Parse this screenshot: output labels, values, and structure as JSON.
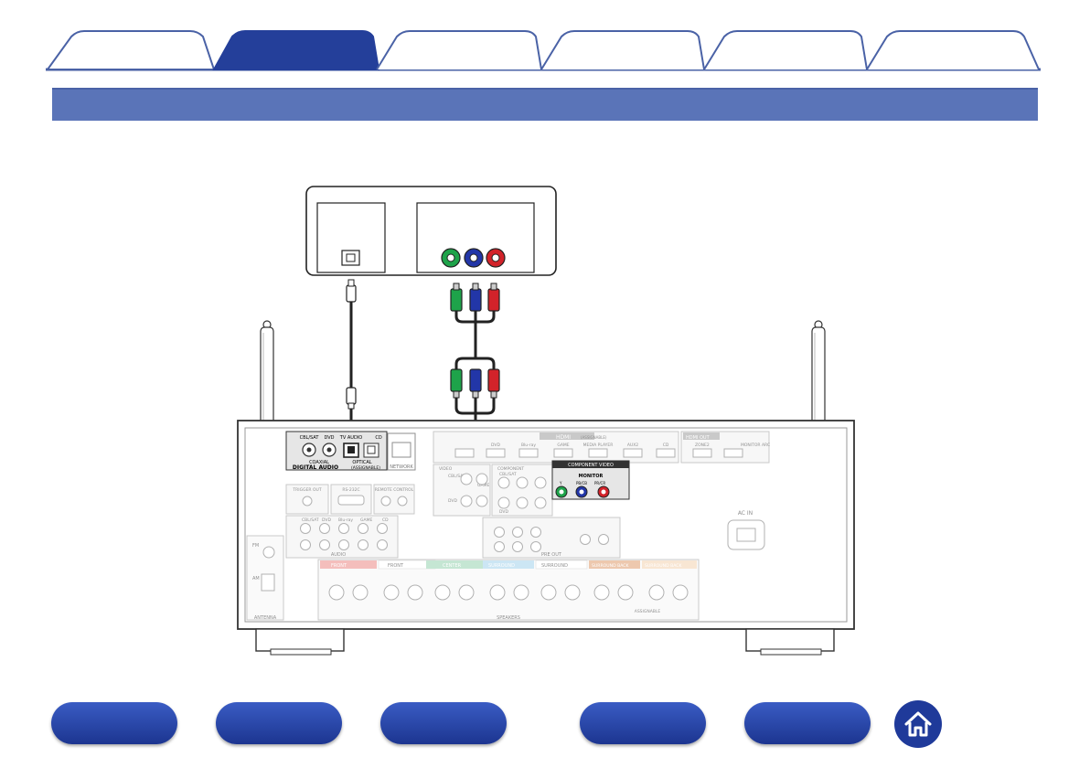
{
  "tabs": [
    {
      "label": "",
      "active": false
    },
    {
      "label": "",
      "active": true
    },
    {
      "label": "",
      "active": false
    },
    {
      "label": "",
      "active": false
    },
    {
      "label": "",
      "active": false
    },
    {
      "label": "",
      "active": false
    }
  ],
  "section": {
    "title": ""
  },
  "device_panels": {
    "digital_out": "",
    "component_out": ""
  },
  "receiver": {
    "digital_audio": {
      "inputs": [
        "CBL/SAT",
        "DVD",
        "TV AUDIO",
        "CD"
      ],
      "sublabels": [
        "COAXIAL",
        "OPTICAL"
      ],
      "title": "DIGITAL AUDIO",
      "assignable": "(ASSIGNABLE)"
    },
    "network": "NETWORK",
    "hdmi": {
      "title": "HDMI",
      "assignable": "(ASSIGNABLE)",
      "inputs": [
        "DVD",
        "Blu-ray",
        "GAME",
        "MEDIA PLAYER",
        "AUX2",
        "CD"
      ],
      "out": "HDMI OUT",
      "zone2": "ZONE2",
      "monitor_arc": "MONITOR ARC"
    },
    "component_video": {
      "title": "COMPONENT VIDEO",
      "monitor": "MONITOR",
      "jacks": [
        "Y",
        "PB/CB",
        "PR/CR"
      ]
    },
    "video_in": {
      "title": "VIDEO",
      "inputs": [
        "CBL/SAT",
        "DVD",
        "GAME"
      ]
    },
    "component_in": {
      "title": "COMPONENT",
      "inputs": [
        "CBL/SAT",
        "DVD"
      ]
    },
    "trigger_out": "TRIGGER OUT",
    "rs232c": "RS-232C",
    "remote_control": "REMOTE CONTROL",
    "audio_in": {
      "title": "AUDIO",
      "inputs": [
        "CBL/SAT",
        "DVD",
        "Blu-ray",
        "GAME",
        "CD"
      ]
    },
    "pre_out": "PRE OUT",
    "ac_in": "AC IN",
    "antenna": {
      "fm": "FM",
      "am": "AM",
      "title": "ANTENNA"
    },
    "speakers": {
      "groups": [
        "FRONT",
        "FRONT",
        "CENTER",
        "SURROUND",
        "SURROUND",
        "SURROUND BACK",
        "SURROUND BACK"
      ],
      "title": "SPEAKERS",
      "assignable": "ASSIGNABLE"
    }
  },
  "bottom_nav": [
    {
      "label": ""
    },
    {
      "label": ""
    },
    {
      "label": ""
    },
    {
      "label": ""
    },
    {
      "label": ""
    }
  ],
  "colors": {
    "tab_active": "#243f9a",
    "tab_inactive_border": "#4a62a6",
    "section_bar": "#5a74b8",
    "cable_green": "#1ea34a",
    "cable_blue": "#2236a8",
    "cable_red": "#d2232a",
    "front_speaker": "#e7706c",
    "center_speaker": "#7fc9a0",
    "surround_speaker": "#8fc9e8",
    "surround_back_speaker": "#e8a070"
  }
}
